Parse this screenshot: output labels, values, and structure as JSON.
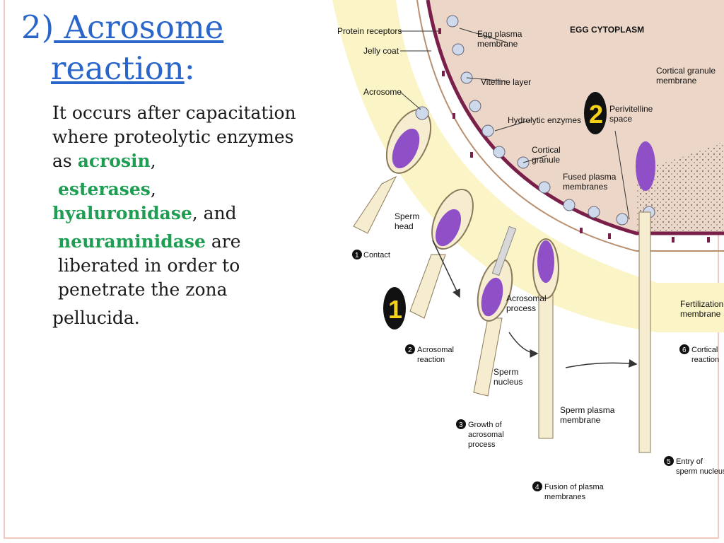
{
  "title": {
    "number": "2)",
    "line1": " Acrosome",
    "line2": "reaction",
    "colon": ":"
  },
  "body": {
    "p1": "It occurs after capacitation where proteolytic enzymes as ",
    "enzyme1": "acrosin",
    "comma1": ",",
    "enzyme2": "esterases",
    "comma2": ",",
    "enzyme3": "hyaluronidase",
    "and": ", and",
    "enzyme4": "neuraminidase",
    "p4": " are liberated in order to penetrate the zona",
    "p5": "pellucida."
  },
  "diagram": {
    "labels": {
      "protein_receptors": "Protein receptors",
      "jelly_coat": "Jelly coat",
      "acrosome": "Acrosome",
      "egg_plasma_1": "Egg plasma",
      "egg_plasma_2": "membrane",
      "vitelline": "Vitelline layer",
      "hydrolytic": "Hydrolytic enzymes",
      "egg_cytoplasm": "EGG CYTOPLASM",
      "perivitelline_1": "Perivitelline",
      "perivitelline_2": "space",
      "cortical_granule_membrane_1": "Cortical granule",
      "cortical_granule_membrane_2": "membrane",
      "cortical_1": "Cortical",
      "cortical_2": "granule",
      "fused_1": "Fused plasma",
      "fused_2": "membranes",
      "sperm_head_1": "Sperm",
      "sperm_head_2": "head",
      "acrosomal_process_1": "Acrosomal",
      "acrosomal_process_2": "process",
      "fertilization_1": "Fertilization",
      "fertilization_2": "membrane",
      "sperm_nucleus_1": "Sperm",
      "sperm_nucleus_2": "nucleus",
      "sperm_plasma_1": "Sperm plasma",
      "sperm_plasma_2": "membrane"
    },
    "steps": {
      "s1_num": "1",
      "s1": "Contact",
      "s2_num": "2",
      "s2a": "Acrosomal",
      "s2b": "reaction",
      "s3_num": "3",
      "s3a": "Growth of",
      "s3b": "acrosomal",
      "s3c": "process",
      "s4_num": "4",
      "s4a": "Fusion of plasma",
      "s4b": "membranes",
      "s5_num": "5",
      "s5a": "Entry of",
      "s5b": "sperm nucleus",
      "s6_num": "6",
      "s6a": "Cortical",
      "s6b": "reaction"
    },
    "big_markers": {
      "one": "1",
      "two": "2"
    },
    "colors": {
      "cytoplasm": "#ecd6c8",
      "jelly": "#fbf4c6",
      "membrane": "#7a1f4a",
      "nucleus": "#8f4fc7",
      "sperm": "#f6ecd0"
    }
  }
}
